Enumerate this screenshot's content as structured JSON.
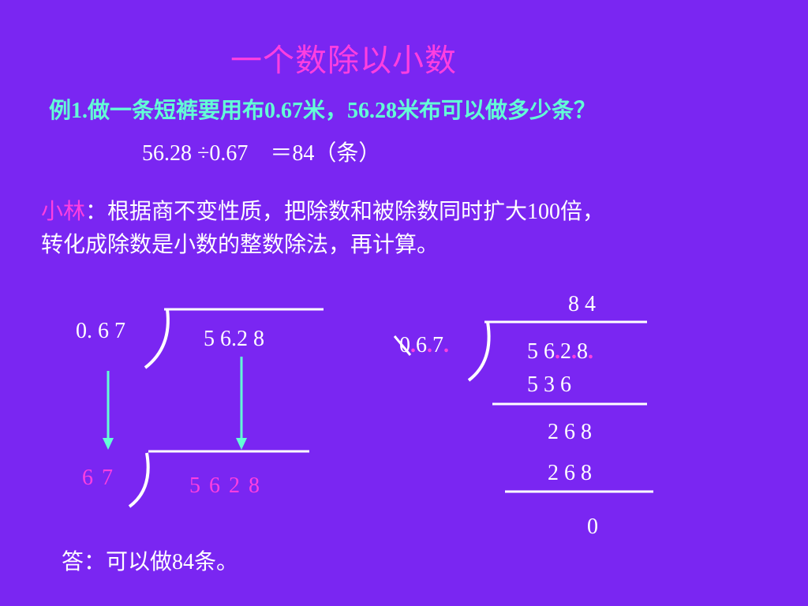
{
  "title": "一个数除以小数",
  "example": "例1.做一条短裤要用布0.67米，56.28米布可以做多少条？",
  "equation": "56.28 ÷0.67　＝84（条）",
  "explanation": {
    "speaker": "小林",
    "colon": "：",
    "line1": "根据商不变性质，把除数和被除数同时扩大100倍，",
    "line2": "转化成除数是小数的整数除法，再计算。"
  },
  "left_diagram": {
    "divisor_original": "0. 6 7",
    "dividend_original": "5 6.2 8",
    "divisor_scaled": "6  7",
    "dividend_scaled": "5 6 2 8"
  },
  "long_division": {
    "quotient": "8 4",
    "divisor_chars": [
      "0",
      ".",
      "6",
      ".",
      "7",
      "."
    ],
    "dividend_chars": [
      "5",
      " ",
      "6",
      ".",
      "2",
      ".",
      "8",
      "."
    ],
    "step1": "5 3 6",
    "remainder1": "2 6 8",
    "step2": "2 6 8",
    "remainder_final": "0"
  },
  "answer": "答：可以做84条。",
  "colors": {
    "background": "#7a26f2",
    "title": "#ff3fe0",
    "example": "#63ffd6",
    "arrow": "#63ffd6",
    "text": "#ffffff"
  }
}
